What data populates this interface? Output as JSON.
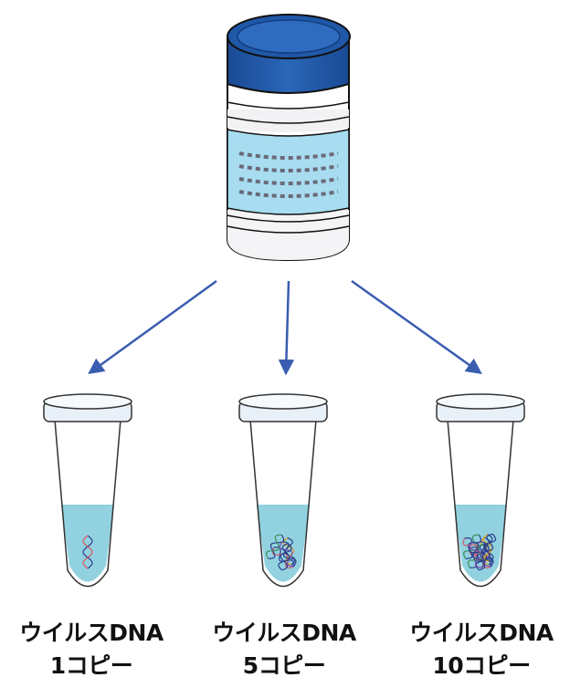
{
  "colors": {
    "cap": "#2058a8",
    "cap_dark": "#123e80",
    "bottle_label": "#a8dcf0",
    "dots": "#6a6a78",
    "arrow": "#3a5db0",
    "liquid": "#92d2e0",
    "tube_lid": "#e8f0f8"
  },
  "labels": [
    {
      "line1": "ウイルスDNA",
      "line2": "1コピー",
      "copies": 1
    },
    {
      "line1": "ウイルスDNA",
      "line2": "5コピー",
      "copies": 5
    },
    {
      "line1": "ウイルスDNA",
      "line2": "10コピー",
      "copies": 10
    }
  ]
}
